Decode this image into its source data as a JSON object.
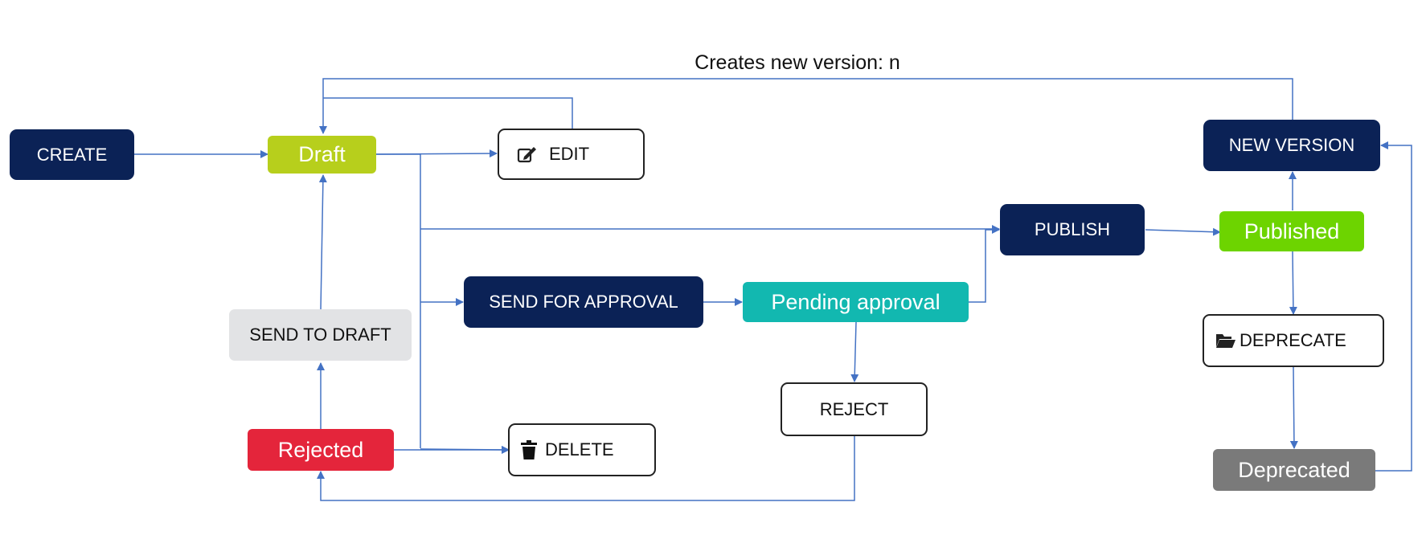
{
  "diagram": {
    "loop_label": "Creates new version: n",
    "actions": {
      "create": "CREATE",
      "edit": "EDIT",
      "publish": "PUBLISH",
      "send_for_approval": "SEND FOR APPROVAL",
      "send_to_draft": "SEND TO DRAFT",
      "reject": "REJECT",
      "delete": "DELETE",
      "new_version": "NEW VERSION",
      "deprecate": "DEPRECATE"
    },
    "states": {
      "draft": "Draft",
      "published": "Published",
      "pending_approval": "Pending approval",
      "rejected": "Rejected",
      "deprecated": "Deprecated"
    },
    "icons": {
      "edit": "edit-icon",
      "delete": "trash-icon",
      "deprecate": "folder-open-icon"
    },
    "colors": {
      "action_dark": "#0b2256",
      "draft": "#b7cf1c",
      "published": "#6dd400",
      "pending_approval": "#12b8b0",
      "rejected": "#e4253b",
      "deprecated": "#7a7a7a",
      "send_to_draft": "#e2e3e5",
      "connector": "#4472c4"
    }
  }
}
